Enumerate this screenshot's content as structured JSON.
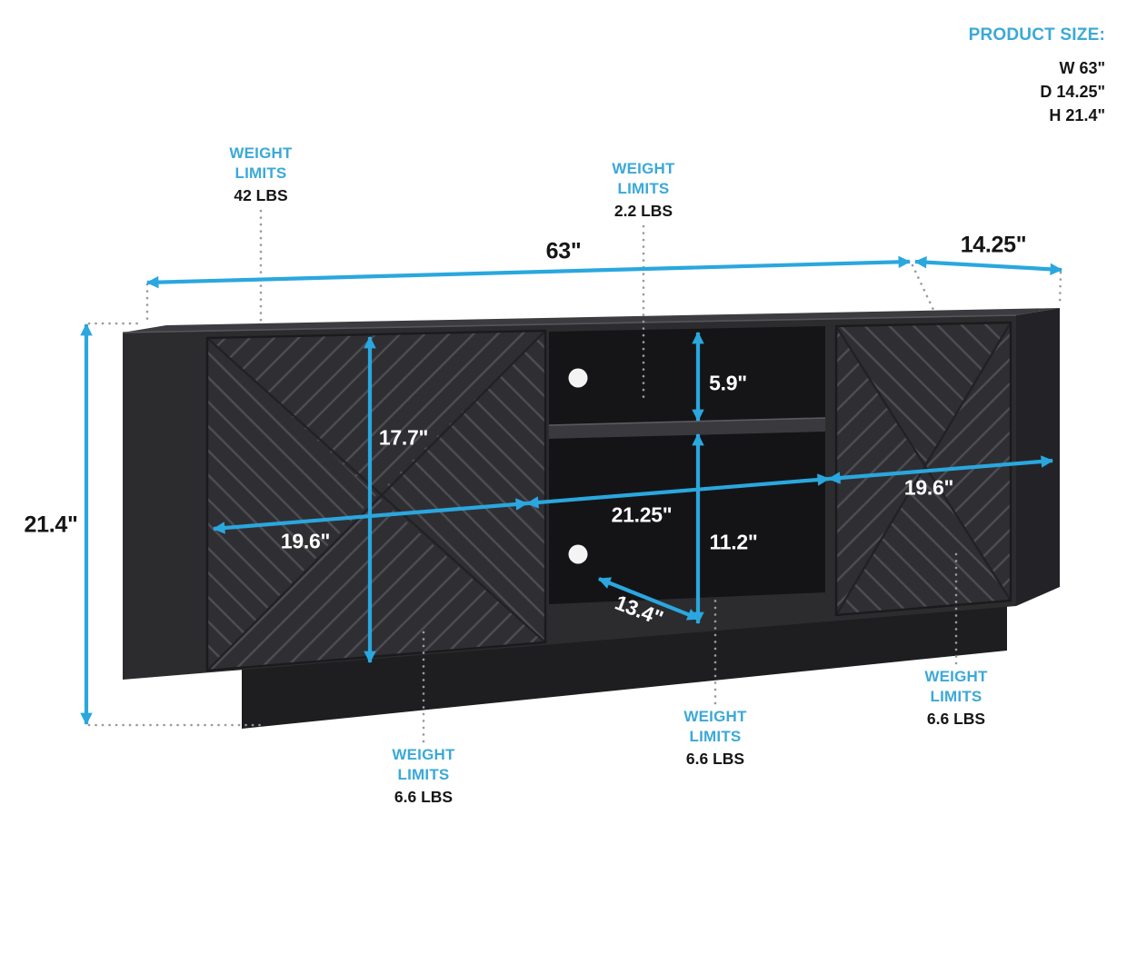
{
  "product_size": {
    "title": "PRODUCT SIZE:",
    "lines": [
      "W 63\"",
      "D 14.25\"",
      "H 21.4\""
    ]
  },
  "weight_limits": {
    "top_left": {
      "label": "WEIGHT\nLIMITS",
      "value": "42 LBS"
    },
    "top_center": {
      "label": "WEIGHT\nLIMITS",
      "value": "2.2 LBS"
    },
    "bottom_left": {
      "label": "WEIGHT\nLIMITS",
      "value": "6.6 LBS"
    },
    "bottom_center": {
      "label": "WEIGHT\nLIMITS",
      "value": "6.6 LBS"
    },
    "bottom_right": {
      "label": "WEIGHT\nLIMITS",
      "value": "6.6 LBS"
    }
  },
  "dimensions": {
    "overall_width": "63\"",
    "overall_depth": "14.25\"",
    "overall_height": "21.4\"",
    "door_opening_height": "17.7\"",
    "top_shelf_height": "5.9\"",
    "bottom_shelf_height": "11.2\"",
    "center_width": "21.25\"",
    "left_door_width": "19.6\"",
    "right_door_width": "19.6\"",
    "shelf_depth": "13.4\""
  },
  "colors": {
    "accent": "#2AA7DE",
    "label_cyan": "#3BA9D8",
    "text_dark": "#161616",
    "text_light": "#ffffff"
  }
}
